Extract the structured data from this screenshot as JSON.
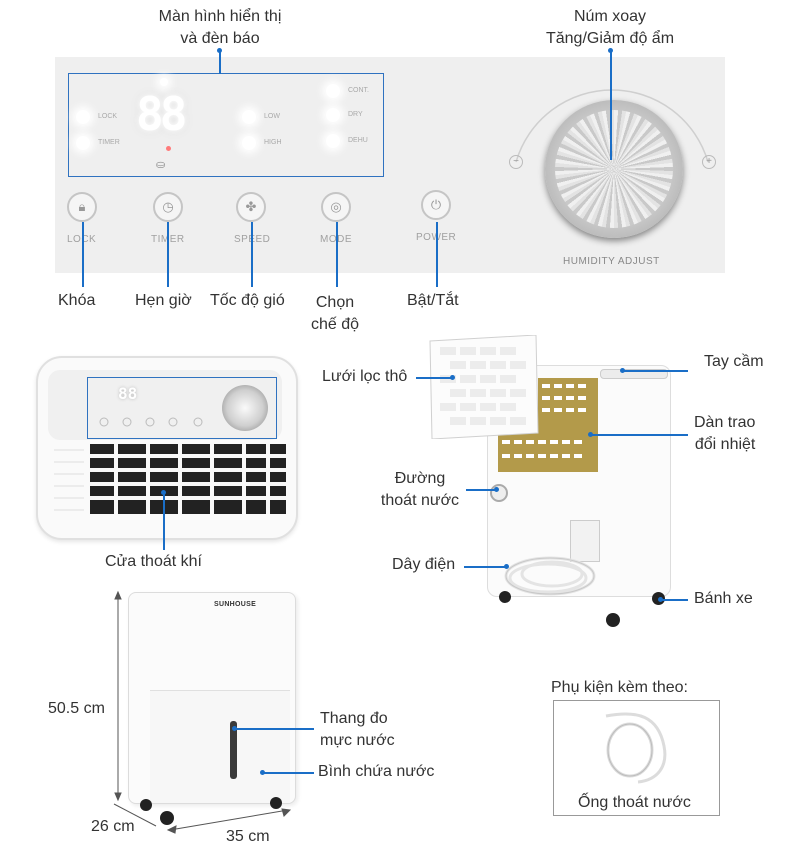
{
  "callouts": {
    "display": "Màn hình hiển thị\nvà đèn báo",
    "display_line1": "Màn hình hiển thị",
    "display_line2": "và đèn báo",
    "knob_line1": "Núm xoay",
    "knob_line2": "Tăng/Giảm độ ẩm",
    "lock": "Khóa",
    "timer": "Hẹn giờ",
    "speed": "Tốc độ gió",
    "mode_line1": "Chọn",
    "mode_line2": "chế độ",
    "power": "Bật/Tắt",
    "filter": "Lưới lọc thô",
    "handle": "Tay cầm",
    "coil_line1": "Dàn trao",
    "coil_line2": "đổi nhiệt",
    "drain_line1": "Đường",
    "drain_line2": "thoát nước",
    "cord": "Dây điện",
    "wheel": "Bánh xe",
    "outlet": "Cửa thoát khí",
    "level_line1": "Thang đo",
    "level_line2": "mực nước",
    "tank": "Bình chứa nước",
    "accessory_title": "Phụ kiện kèm theo:",
    "accessory_item": "Ống thoát nước"
  },
  "panel": {
    "lock_led": "LOCK",
    "timer_led": "TIMER",
    "low_led": "LOW",
    "high_led": "HIGH",
    "cont_led": "CONT.",
    "dry_led": "DRY",
    "dehu_led": "DEHU",
    "segment": "88",
    "btn_lock": "LOCK",
    "btn_timer": "TIMER",
    "btn_speed": "SPEED",
    "btn_mode": "MODE",
    "btn_power": "POWER",
    "knob_label": "HUMIDITY ADJUST",
    "knob_minus": "−",
    "knob_plus": "+"
  },
  "brand": "SUNHOUSE",
  "dimensions": {
    "height": "50.5 cm",
    "depth": "26 cm",
    "width": "35 cm"
  },
  "colors": {
    "callout_line": "#1a6ec7",
    "panel_bg": "#efefef",
    "coil": "#b39a4a"
  }
}
